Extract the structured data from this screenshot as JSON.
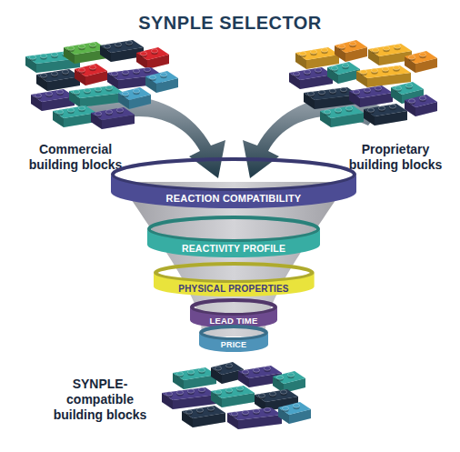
{
  "diagram": {
    "title": "SYNPLE SELECTOR",
    "nodes": [
      {
        "text": [
          "REACTION COMPATIBILITY"
        ]
      },
      {
        "text": [
          "REACTIVITY PROFILE"
        ]
      },
      {
        "text": [
          "PHYSICAL PROPERTIES"
        ]
      },
      {
        "text": [
          "LEAD TIME"
        ]
      },
      {
        "text": [
          "PRICE"
        ]
      }
    ],
    "labels": [
      "Commercial building blocks",
      "Proprietary building blocks",
      "SYNPLE-compatible building blocks"
    ]
  }
}
